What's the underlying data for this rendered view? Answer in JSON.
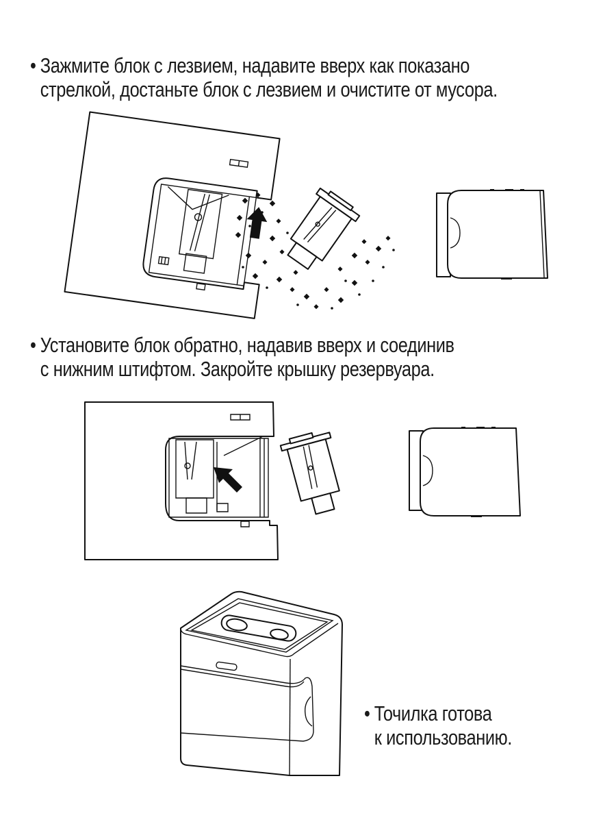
{
  "steps": [
    {
      "bullet": "•",
      "line1": "Зажмите блок с лезвием, надавите вверх как показано",
      "line2": "стрелкой, достаньте блок с лезвием и очистите от мусора.",
      "figure": "sharpener-side-open-blade-unit-removed-with-debris"
    },
    {
      "bullet": "•",
      "line1": "Установите блок обратно, надавив вверх и соединив",
      "line2": "с нижним штифтом. Закройте крышку резервуара.",
      "figure": "sharpener-side-open-blade-unit-insert"
    },
    {
      "bullet": "•",
      "line1": "Точилка готова",
      "line2": "к использованию.",
      "figure": "sharpener-assembled-3d"
    }
  ],
  "colors": {
    "ink": "#111111",
    "background": "#ffffff"
  }
}
